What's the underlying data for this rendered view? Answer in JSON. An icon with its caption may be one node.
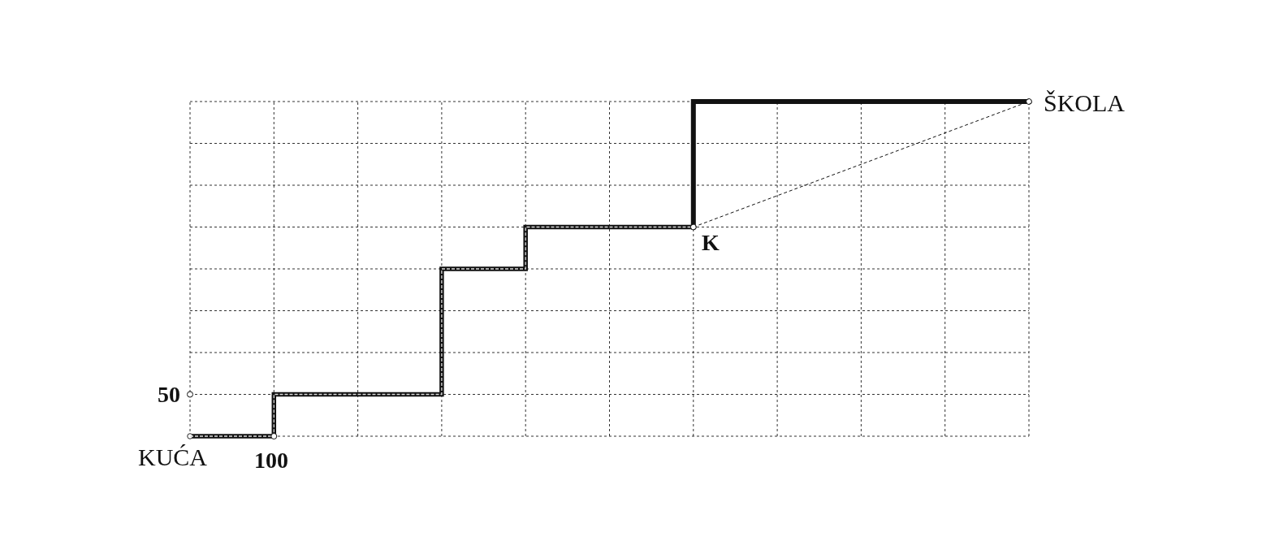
{
  "diagram": {
    "nodes": [
      {
        "text": [
          "KUĆA"
        ]
      },
      {
        "text": [
          "K"
        ]
      },
      {
        "text": [
          "ŠKOLA"
        ]
      }
    ],
    "edges": [
      {
        "from": 0,
        "to": 1,
        "arrow": "other"
      },
      {
        "from": 1,
        "to": 2,
        "arrow": "other"
      },
      {
        "from": 1,
        "to": 2,
        "arrow": "other",
        "style": "dashed"
      }
    ],
    "labels": [
      "50",
      "100"
    ]
  }
}
